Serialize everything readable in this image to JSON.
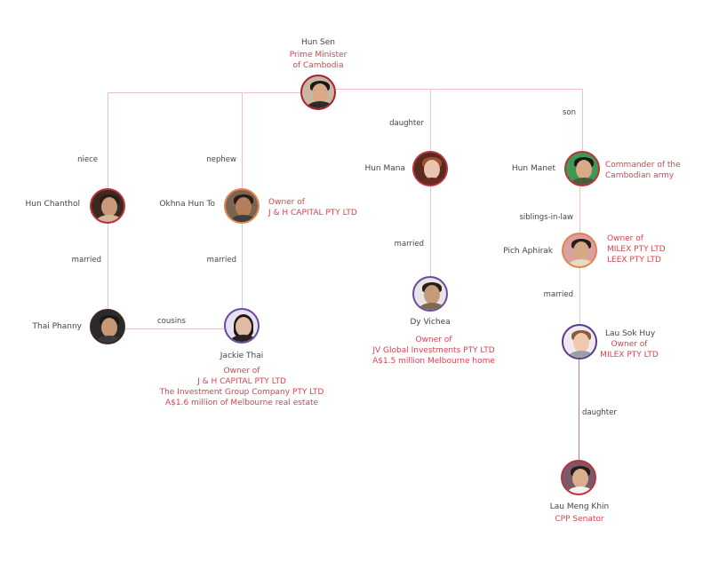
{
  "diagram": {
    "type": "family-tree",
    "people": [
      {
        "id": "hun-sen",
        "name": "Hun Sen",
        "details": [
          "Prime Minister",
          "of Cambodia"
        ]
      },
      {
        "id": "hun-chanthol",
        "name": "Hun Chanthol",
        "details": []
      },
      {
        "id": "okhna-hun-to",
        "name": "Okhna Hun To",
        "details": [
          "Owner of",
          "J & H CAPITAL PTY LTD"
        ]
      },
      {
        "id": "hun-mana",
        "name": "Hun Mana",
        "details": []
      },
      {
        "id": "hun-manet",
        "name": "Hun Manet",
        "details": [
          "Commander of the",
          "Cambodian army"
        ]
      },
      {
        "id": "thai-phanny",
        "name": "Thai Phanny",
        "details": []
      },
      {
        "id": "jackie-thai",
        "name": "Jackie Thai",
        "details": [
          "Owner of",
          "J & H CAPITAL PTY LTD",
          "The Investment Group Company PTY LTD",
          "A$1.6 million of Melbourne real estate"
        ]
      },
      {
        "id": "dy-vichea",
        "name": "Dy Vichea",
        "details": [
          "Owner of",
          "JV Global Investments PTY LTD",
          "A$1.5 million Melbourne home"
        ]
      },
      {
        "id": "pich-aphirak",
        "name": "Pich Aphirak",
        "details": [
          "Owner of",
          "MILEX PTY LTD",
          "LEEX PTY LTD"
        ]
      },
      {
        "id": "lau-sok-huy",
        "name": "Lau Sok Huy",
        "details": [
          "Owner of",
          "MILEX PTY LTD"
        ]
      },
      {
        "id": "lau-meng-khin",
        "name": "Lau Meng Khin",
        "details": [
          "CPP Senator"
        ]
      }
    ],
    "relations": [
      {
        "from": "hun-sen",
        "to": "hun-chanthol",
        "label": "niece"
      },
      {
        "from": "hun-sen",
        "to": "okhna-hun-to",
        "label": "nephew"
      },
      {
        "from": "hun-sen",
        "to": "hun-mana",
        "label": "daughter"
      },
      {
        "from": "hun-sen",
        "to": "hun-manet",
        "label": "son"
      },
      {
        "from": "hun-chanthol",
        "to": "thai-phanny",
        "label": "married"
      },
      {
        "from": "okhna-hun-to",
        "to": "jackie-thai",
        "label": "married"
      },
      {
        "from": "thai-phanny",
        "to": "jackie-thai",
        "label": "cousins"
      },
      {
        "from": "hun-mana",
        "to": "dy-vichea",
        "label": "married"
      },
      {
        "from": "hun-manet",
        "to": "pich-aphirak",
        "label": "siblings-in-law"
      },
      {
        "from": "pich-aphirak",
        "to": "lau-sok-huy",
        "label": "married"
      },
      {
        "from": "lau-meng-khin",
        "to": "lau-sok-huy",
        "label": "daughter"
      }
    ],
    "colors": {
      "accent_text": "#d9434f",
      "line_pink": "#f1c0c3",
      "line_lavender": "#cfc8e6",
      "border_red": "#b8323c",
      "border_purple": "#6a4a9a",
      "border_orange": "#e3824f"
    }
  },
  "labels": {
    "hun_sen": {
      "name": "Hun Sen",
      "title1": "Prime Minister",
      "title2": "of Cambodia"
    },
    "hun_chanthol": {
      "name": "Hun Chanthol"
    },
    "okhna_hun_to": {
      "name": "Okhna Hun To",
      "d1": "Owner of",
      "d2": "J & H CAPITAL PTY LTD"
    },
    "hun_mana": {
      "name": "Hun Mana"
    },
    "hun_manet": {
      "name": "Hun Manet",
      "d1": "Commander of the",
      "d2": "Cambodian army"
    },
    "thai_phanny": {
      "name": "Thai Phanny"
    },
    "jackie_thai": {
      "name": "Jackie Thai",
      "d1": "Owner of",
      "d2": "J & H CAPITAL PTY LTD",
      "d3": "The Investment Group Company PTY LTD",
      "d4": "A$1.6 million of Melbourne real estate"
    },
    "dy_vichea": {
      "name": "Dy Vichea",
      "d1": "Owner of",
      "d2": "JV Global Investments PTY LTD",
      "d3": "A$1.5 million Melbourne home"
    },
    "pich_aphirak": {
      "name": "Pich Aphirak",
      "d1": "Owner of",
      "d2": "MILEX PTY LTD",
      "d3": "LEEX PTY LTD"
    },
    "lau_sok_huy": {
      "name": "Lau Sok Huy",
      "d1": "Owner of",
      "d2": "MILEX PTY LTD"
    },
    "lau_meng_khin": {
      "name": "Lau Meng Khin",
      "d1": "CPP Senator"
    },
    "rel": {
      "niece": "niece",
      "nephew": "nephew",
      "daughter": "daughter",
      "son": "son",
      "married1": "married",
      "married2": "married",
      "cousins": "cousins",
      "married3": "married",
      "siblings_in_law": "siblings-in-law",
      "married4": "married",
      "daughter2": "daughter"
    }
  }
}
